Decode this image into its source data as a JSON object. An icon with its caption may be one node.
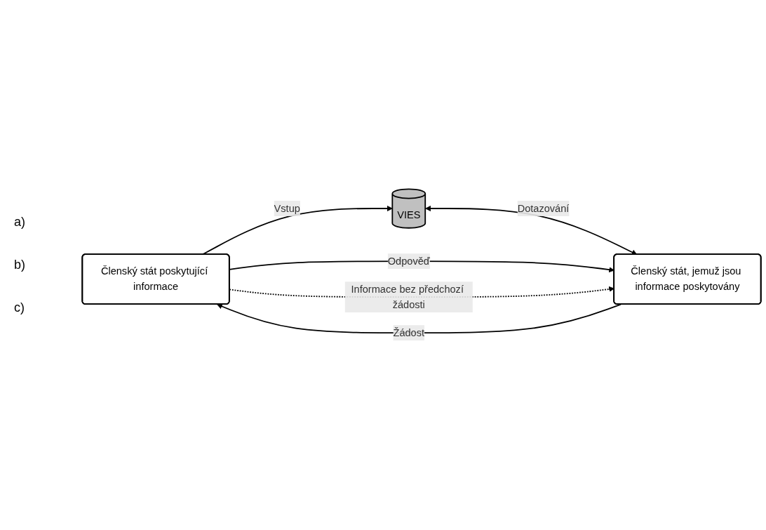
{
  "diagram": {
    "nodes": [
      {
        "text": [
          "Členský stát poskytující informace"
        ]
      },
      {
        "text": [
          "VIES"
        ]
      },
      {
        "text": [
          "Členský stát, jemuž jsou informace poskytovány"
        ]
      }
    ],
    "edges": [
      {
        "from": 0,
        "to": 1,
        "arrow": "to",
        "label": "Vstup"
      },
      {
        "from": 1,
        "to": 2,
        "arrow": "both",
        "label": "Dotazování"
      },
      {
        "from": 2,
        "to": 0,
        "arrow": "to",
        "label": "Žádost"
      },
      {
        "from": 0,
        "to": 2,
        "arrow": "to",
        "label": "Odpověď"
      },
      {
        "from": 0,
        "to": 2,
        "arrow": "to",
        "label": "Informace bez předchozí žádosti",
        "style": "dashed"
      }
    ],
    "labels": [
      "a)",
      "b)",
      "c)"
    ]
  }
}
